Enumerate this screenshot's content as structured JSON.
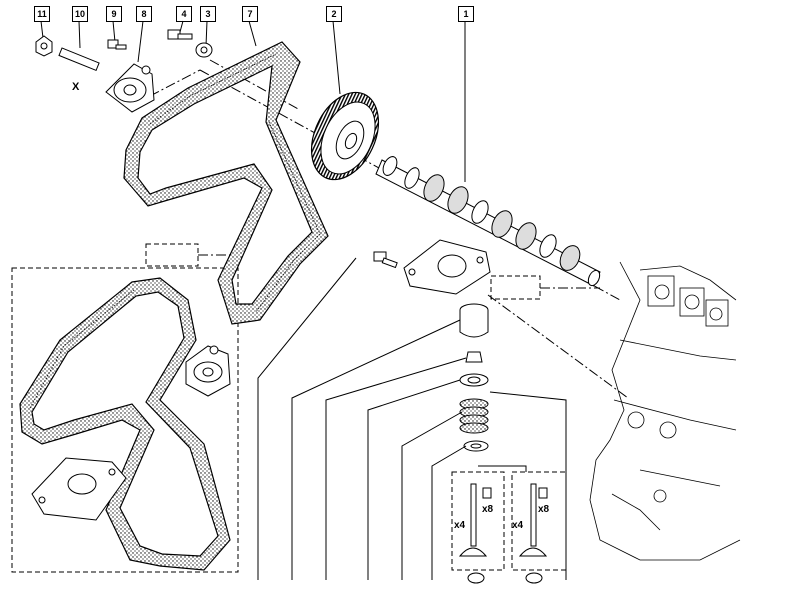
{
  "callouts": [
    "11",
    "10",
    "9",
    "8",
    "4",
    "3",
    "7",
    "2",
    "1"
  ],
  "part_labels": {
    "x_marker": "X",
    "qty_a_left": "x4",
    "qty_b_left": "x8",
    "qty_a_right": "x4",
    "qty_b_right": "x8"
  },
  "colors": {
    "ink": "#000000",
    "paper": "#ffffff"
  }
}
